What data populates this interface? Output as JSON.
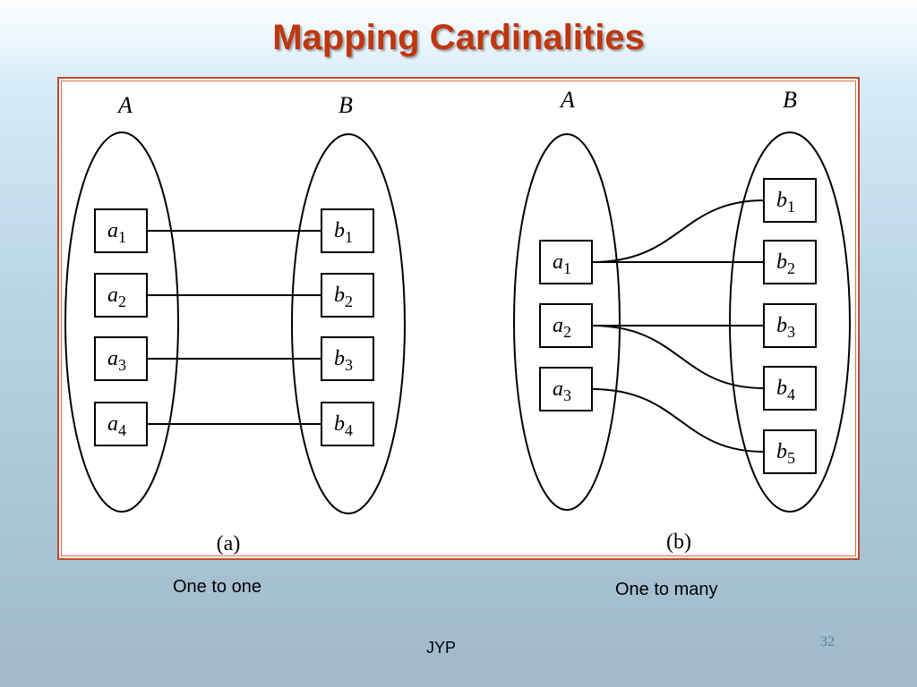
{
  "title": "Mapping Cardinalities",
  "diagrams": {
    "a": {
      "set_a_label": "A",
      "set_b_label": "B",
      "left_items": [
        {
          "base": "a",
          "sub": "1"
        },
        {
          "base": "a",
          "sub": "2"
        },
        {
          "base": "a",
          "sub": "3"
        },
        {
          "base": "a",
          "sub": "4"
        }
      ],
      "right_items": [
        {
          "base": "b",
          "sub": "1"
        },
        {
          "base": "b",
          "sub": "2"
        },
        {
          "base": "b",
          "sub": "3"
        },
        {
          "base": "b",
          "sub": "4"
        }
      ],
      "label": "(a)"
    },
    "b": {
      "set_a_label": "A",
      "set_b_label": "B",
      "left_items": [
        {
          "base": "a",
          "sub": "1"
        },
        {
          "base": "a",
          "sub": "2"
        },
        {
          "base": "a",
          "sub": "3"
        }
      ],
      "right_items": [
        {
          "base": "b",
          "sub": "1"
        },
        {
          "base": "b",
          "sub": "2"
        },
        {
          "base": "b",
          "sub": "3"
        },
        {
          "base": "b",
          "sub": "4"
        },
        {
          "base": "b",
          "sub": "5"
        }
      ],
      "label": "(b)"
    }
  },
  "captions": {
    "left": "One to one",
    "right": "One to many"
  },
  "footer": {
    "author": "JYP",
    "page_number": "32"
  }
}
